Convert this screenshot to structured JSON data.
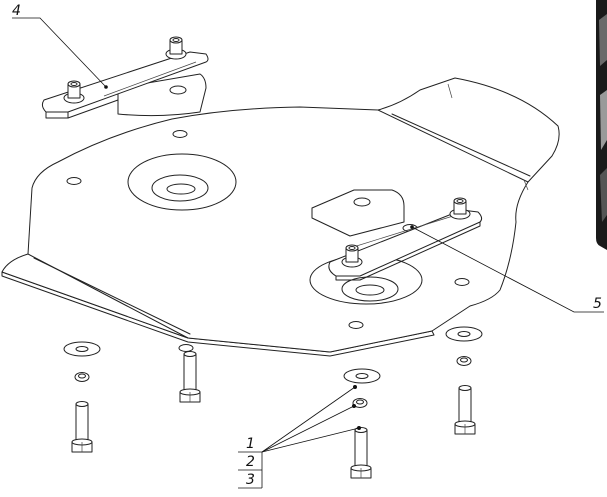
{
  "callouts": {
    "c1": "1",
    "c2": "2",
    "c3": "3",
    "c4": "4",
    "c5": "5"
  },
  "colors": {
    "line": "#222222",
    "background": "#ffffff",
    "photo_edge": "#1a1a1a"
  }
}
